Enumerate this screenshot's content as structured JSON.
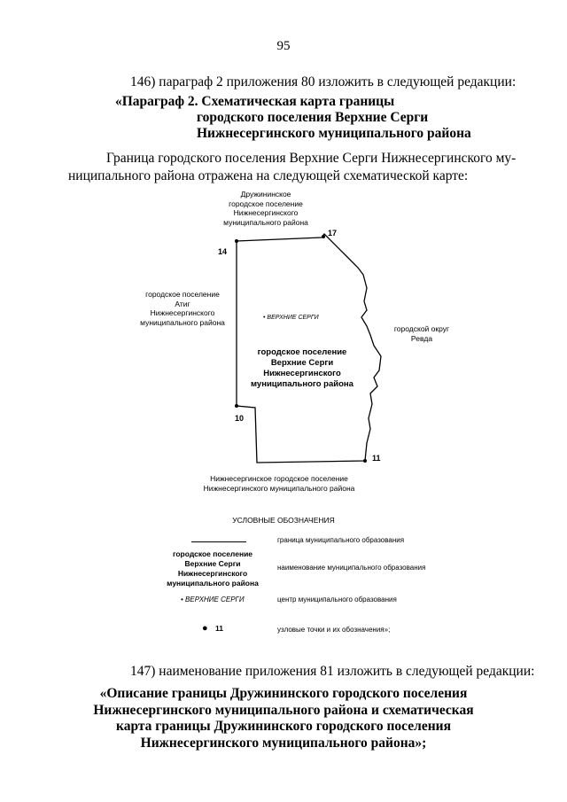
{
  "page_number": "95",
  "item146": "146) параграф 2 приложения 80 изложить в следующей редакции:",
  "paragraph_heading": {
    "line1": "«Параграф 2. Схематическая карта границы",
    "line2": "городского поселения Верхние Серги",
    "line3": "Нижнесергинского муниципального района"
  },
  "body_text": {
    "line1": "Граница городского поселения Верхние Серги Нижнесергинского му-",
    "line2": "ниципального района отражена на следующей схематической карте:"
  },
  "map": {
    "north_label": [
      "Дружининское",
      "городское поселение",
      "Нижнесергинского",
      "муниципального района"
    ],
    "west_label": [
      "городское поселение",
      "Атиг",
      "Нижнесергинского",
      "муниципального района"
    ],
    "east_label": [
      "городской округ",
      "Ревда"
    ],
    "south_label": [
      "Нижнесергинское городское поселение",
      "Нижнесергинского муниципального района"
    ],
    "center_label": [
      "городское поселение",
      "Верхние Серги",
      "Нижнесергинского",
      "муниципального района"
    ],
    "town": "ВЕРХНИЕ СЕРГИ",
    "points": [
      "14",
      "17",
      "10",
      "11"
    ]
  },
  "legend": {
    "title": "УСЛОВНЫЕ ОБОЗНАЧЕНИЯ",
    "boundary_desc": "граница муниципального образования",
    "name_sample": [
      "городское поселение",
      "Верхние Серги",
      "Нижнесергинского",
      "муниципального района"
    ],
    "name_desc": "наименование муниципального образования",
    "center_sample": "ВЕРХНИЕ СЕРГИ",
    "center_desc": "центр муниципального образования",
    "node_sample": "11",
    "node_desc": "узловые точки и их обозначения»;"
  },
  "item147": "147) наименование приложения 81 изложить в следующей редакции:",
  "appendix_heading": {
    "line1": "«Описание границы Дружининского городского поселения",
    "line2": "Нижнесергинского муниципального района и схематическая",
    "line3": "карта границы Дружининского городского поселения",
    "line4": "Нижнесергинского муниципального района»;"
  }
}
